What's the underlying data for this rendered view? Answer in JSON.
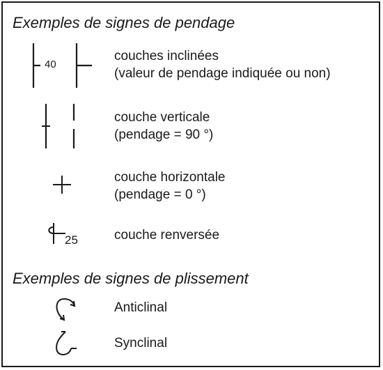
{
  "sections": [
    {
      "title": "Exemples de signes de pendage",
      "items": [
        {
          "symbol": "inclined-dip-symbol",
          "dip_value": "40",
          "lines": [
            "couches inclinées",
            "(valeur de pendage indiquée ou non)"
          ]
        },
        {
          "symbol": "vertical-dip-symbol",
          "lines": [
            "couche verticale",
            "(pendage = 90 °)"
          ]
        },
        {
          "symbol": "horizontal-dip-symbol",
          "lines": [
            "couche horizontale",
            "(pendage = 0 °)"
          ]
        },
        {
          "symbol": "overturned-dip-symbol",
          "dip_value": "25",
          "lines": [
            "couche renversée"
          ]
        }
      ]
    },
    {
      "title": "Exemples de signes de plissement",
      "items": [
        {
          "symbol": "anticline-symbol",
          "lines": [
            "Anticlinal"
          ]
        },
        {
          "symbol": "syncline-symbol",
          "lines": [
            "Synclinal"
          ]
        }
      ]
    }
  ],
  "colors": {
    "ink": "#1a1a1a",
    "background": "#ffffff"
  }
}
